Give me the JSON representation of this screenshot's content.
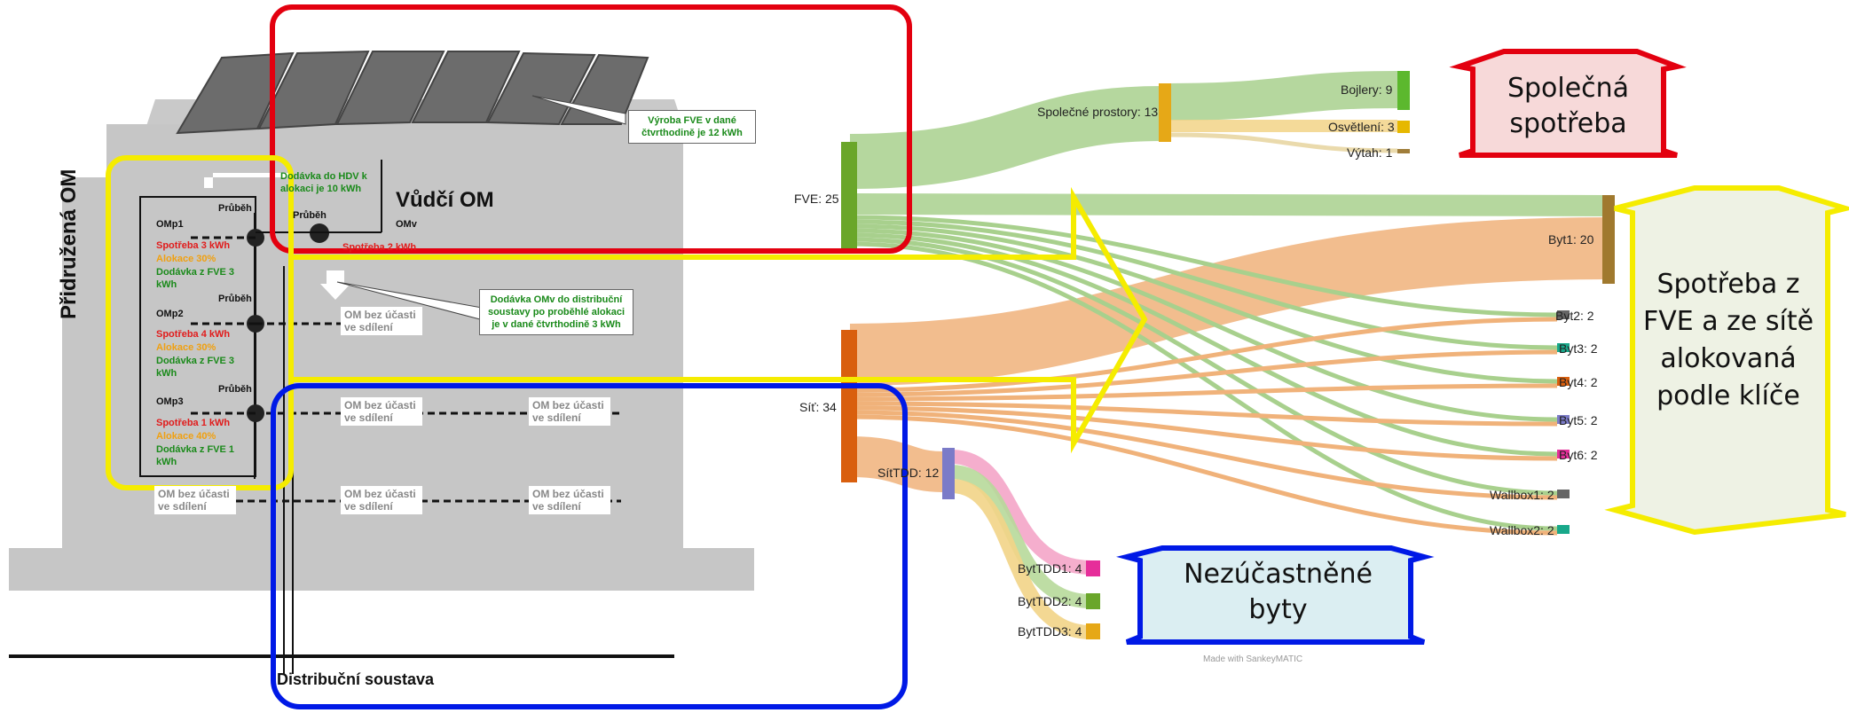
{
  "diagram": {
    "solar_label": "Výroba FVE v dané čtvrthodině je 12 kWh",
    "hdv_label": "Dodávka do HDV k alokaci je 10 kWh",
    "lead_om_title": "Vůdčí OM",
    "associated_om_title": "Přidružená OM",
    "omv_label": "OMv",
    "omv_consumption": "Spotřeba 2 kWh",
    "progress_label": "Průběh",
    "omv_delivery": "Dodávka OMv do distribuční soustavy po proběhlé alokaci je v dané čtvrthodině 3 kWh",
    "distribution": "Distribuční soustava",
    "om_no_share": "OM bez účasti ve sdílení",
    "members": [
      {
        "name": "OMp1",
        "consumption": "Spotřeba 3 kWh",
        "allocation": "Alokace 30%",
        "delivery": "Dodávka z FVE 3 kWh"
      },
      {
        "name": "OMp2",
        "consumption": "Spotřeba 4 kWh",
        "allocation": "Alokace 30%",
        "delivery": "Dodávka z FVE 3 kWh"
      },
      {
        "name": "OMp3",
        "consumption": "Spotřeba 1 kWh",
        "allocation": "Alokace 40%",
        "delivery": "Dodávka z FVE 1 kWh"
      }
    ]
  },
  "sankey": {
    "sources": [
      {
        "label": "FVE: 25",
        "color": "#6aa62a"
      },
      {
        "label": "Síť: 34",
        "color": "#d95f0e"
      }
    ],
    "nodes": [
      {
        "label": "Společné prostory: 13",
        "color": "#e6a817"
      },
      {
        "label": "Bojlery: 9",
        "color": "#5cb82e"
      },
      {
        "label": "Osvětlení: 3",
        "color": "#e6b800"
      },
      {
        "label": "Výtah: 1",
        "color": "#a07d3a"
      },
      {
        "label": "Byt1: 20",
        "color": "#a0792e"
      },
      {
        "label": "Byt2: 2",
        "color": "#666666"
      },
      {
        "label": "Byt3: 2",
        "color": "#18a88a"
      },
      {
        "label": "Byt4: 2",
        "color": "#d95f0e"
      },
      {
        "label": "Byt5: 2",
        "color": "#7b7bc8"
      },
      {
        "label": "Byt6: 2",
        "color": "#e62e9a"
      },
      {
        "label": "Wallbox1: 2",
        "color": "#666666"
      },
      {
        "label": "Wallbox2: 2",
        "color": "#18a88a"
      },
      {
        "label": "SítTDD: 12",
        "color": "#7b7bc8"
      },
      {
        "label": "BytTDD1: 4",
        "color": "#e62e9a"
      },
      {
        "label": "BytTDD2: 4",
        "color": "#6aa62a"
      },
      {
        "label": "BytTDD3: 4",
        "color": "#e6a817"
      }
    ],
    "watermark": "Made with SankeyMATIC"
  },
  "callouts": {
    "common": "Společná spotřeba",
    "allocated": "Spotřeba z FVE a ze sítě alokovaná podle klíče",
    "non_participating": "Nezúčastněné byty"
  }
}
